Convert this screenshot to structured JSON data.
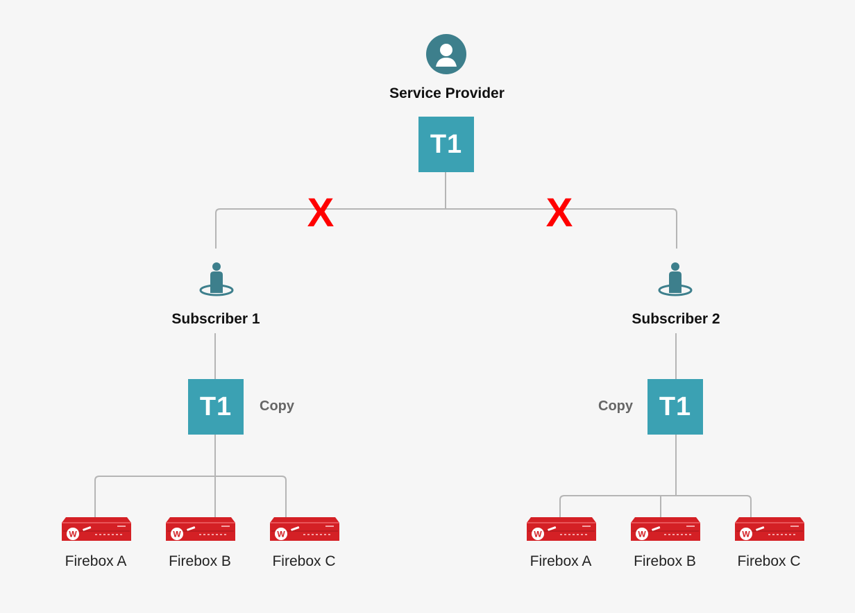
{
  "provider": {
    "label": "Service Provider",
    "template": "T1",
    "icon": "user-circle-icon",
    "blocked_mark": "X"
  },
  "subscribers": [
    {
      "label": "Subscriber 1",
      "template": "T1",
      "copy_label": "Copy",
      "icon": "subscriber-icon",
      "fireboxes": [
        "Firebox A",
        "Firebox B",
        "Firebox C"
      ]
    },
    {
      "label": "Subscriber 2",
      "template": "T1",
      "copy_label": "Copy",
      "icon": "subscriber-icon",
      "fireboxes": [
        "Firebox A",
        "Firebox B",
        "Firebox C"
      ]
    }
  ],
  "colors": {
    "template_box": "#3ba1b3",
    "icon": "#3d7f8c",
    "blocked": "#ff0000",
    "firebox": "#d42025",
    "connector": "#b5b5b5"
  }
}
